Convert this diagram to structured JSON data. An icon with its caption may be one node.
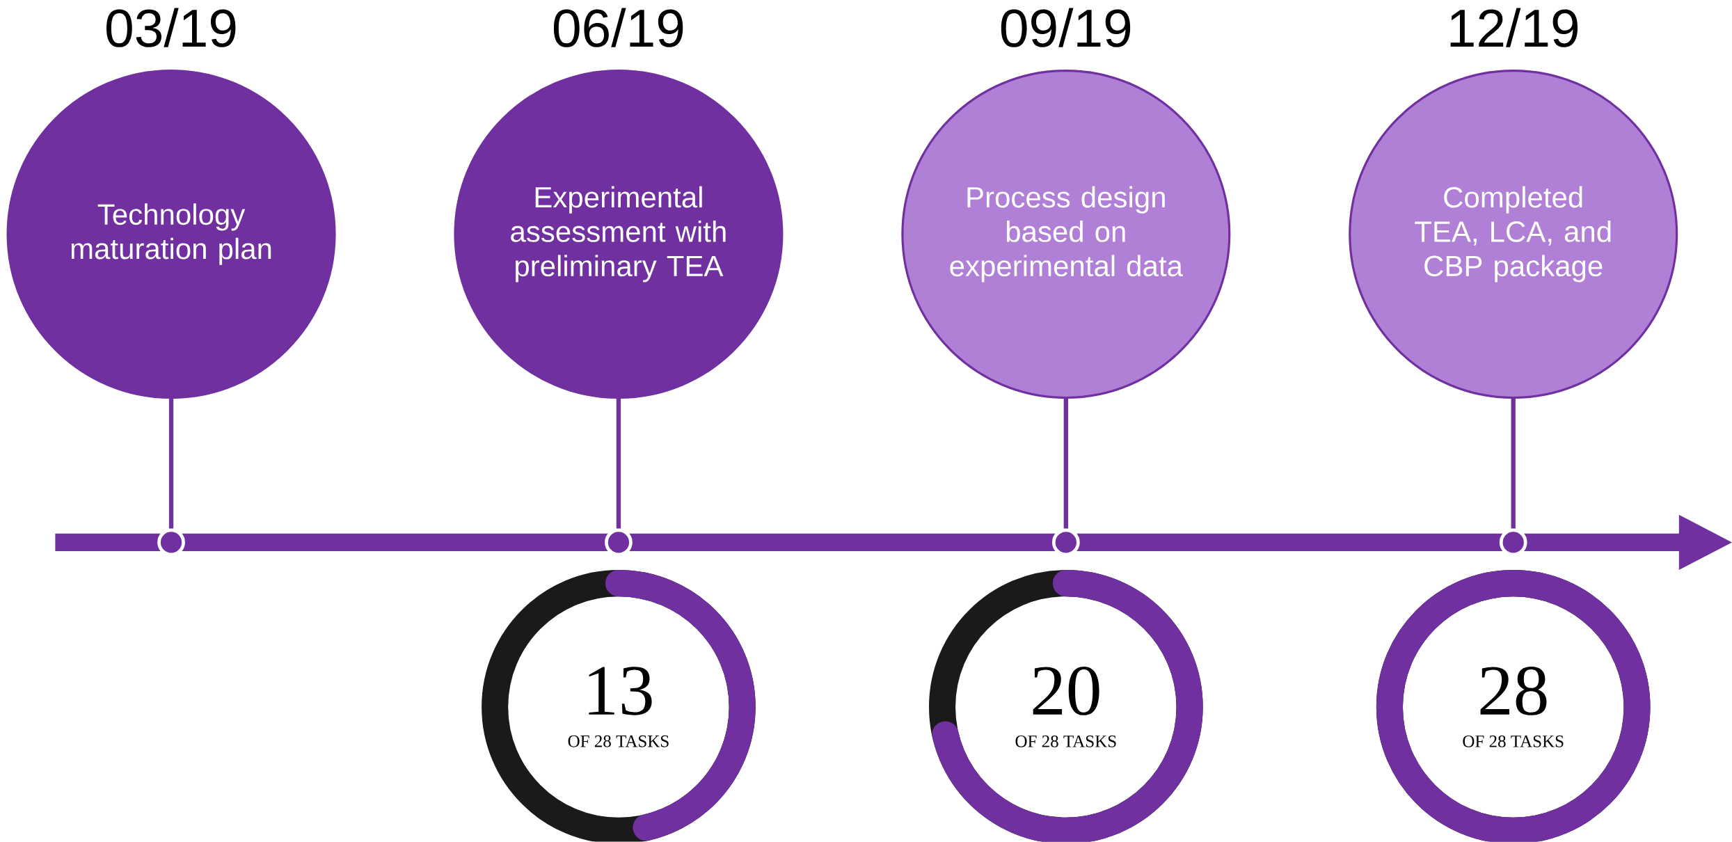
{
  "diagram": {
    "nodes": [
      {
        "text": [
          "03/19",
          "Technology maturation plan"
        ]
      },
      {
        "text": [
          "06/19",
          "Experimental assessment with preliminary TEA"
        ]
      },
      {
        "text": [
          "09/19",
          "Process design based on experimental data"
        ]
      },
      {
        "text": [
          "12/19",
          "Completed TEA, LCA, and CBP package"
        ]
      },
      {
        "text": [],
        "shape": "circle"
      },
      {
        "text": [],
        "shape": "circle"
      },
      {
        "text": [],
        "shape": "circle"
      },
      {
        "text": [],
        "shape": "circle"
      },
      {
        "text": [
          "13",
          "OF 28 TASKS"
        ]
      },
      {
        "text": [
          "20",
          "OF 28 TASKS"
        ]
      },
      {
        "text": [
          "28",
          "OF 28 TASKS"
        ]
      }
    ],
    "edges": [
      {
        "from": 0,
        "to": 4,
        "arrow": "none"
      },
      {
        "from": 1,
        "to": 5,
        "arrow": "none"
      },
      {
        "from": 2,
        "to": 6,
        "arrow": "none"
      },
      {
        "from": 3,
        "to": 7,
        "arrow": "none"
      }
    ]
  }
}
